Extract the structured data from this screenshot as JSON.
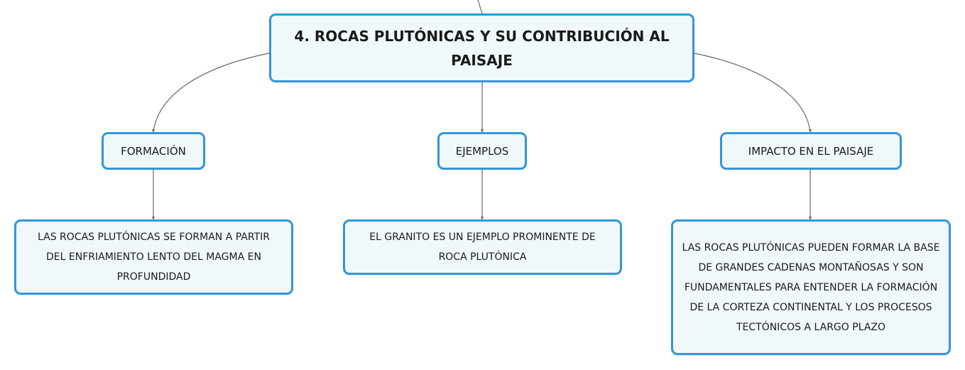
{
  "diagram": {
    "root": {
      "label": "4. ROCAS PLUTÓNICAS Y SU CONTRIBUCIÓN AL PAISAJE"
    },
    "branches": [
      {
        "label": "FORMACIÓN",
        "detail": "LAS ROCAS PLUTÓNICAS SE FORMAN A PARTIR DEL ENFRIAMIENTO LENTO DEL MAGMA EN PROFUNDIDAD"
      },
      {
        "label": "EJEMPLOS",
        "detail": "EL GRANITO ES UN EJEMPLO PROMINENTE DE ROCA PLUTÓNICA"
      },
      {
        "label": "IMPACTO EN EL PAISAJE",
        "detail": "LAS ROCAS PLUTÓNICAS PUEDEN FORMAR LA BASE DE GRANDES CADENAS MONTAÑOSAS Y SON FUNDAMENTALES PARA ENTENDER LA FORMACIÓN DE LA CORTEZA CONTINENTAL Y LOS PROCESOS TECTÓNICOS A LARGO PLAZO"
      }
    ]
  },
  "colors": {
    "node_border": "#3197d6",
    "node_fill": "#f1f8fc",
    "connector": "#666666"
  }
}
